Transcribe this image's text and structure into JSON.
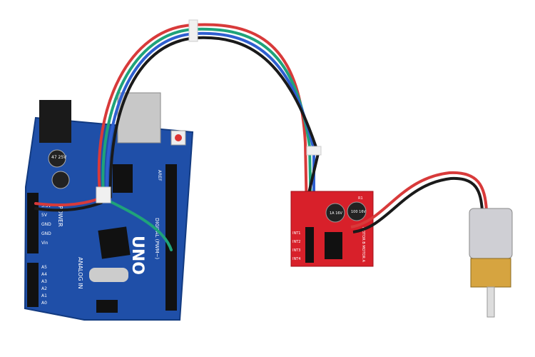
{
  "arduino": {
    "model_label": "UNO",
    "power_label": "POWER",
    "analog_label": "ANALOG IN",
    "digital_label": "DIGITAL (PWM~)",
    "aref_label": "AREF",
    "power_pins": [
      "3.3V",
      "5V",
      "GND",
      "GND",
      "Vin"
    ],
    "analog_pins": [
      "A5",
      "A4",
      "A3",
      "A2",
      "A1",
      "A0"
    ],
    "cap_label": "47 25V"
  },
  "driver": {
    "inputs": [
      "INT1",
      "INT2",
      "INT3",
      "INT4"
    ],
    "side_label": "MOTOR B MOTOR A",
    "cap_left": "1A 16V",
    "cap_right": "100 16V",
    "resistor_label": "R1"
  },
  "colors": {
    "board": "#1f4fa8",
    "driver": "#d8202a",
    "wire_red": "#d83a3a",
    "wire_green": "#1fa37a",
    "wire_blue": "#2f5fd0",
    "wire_black": "#1a1a1a"
  }
}
